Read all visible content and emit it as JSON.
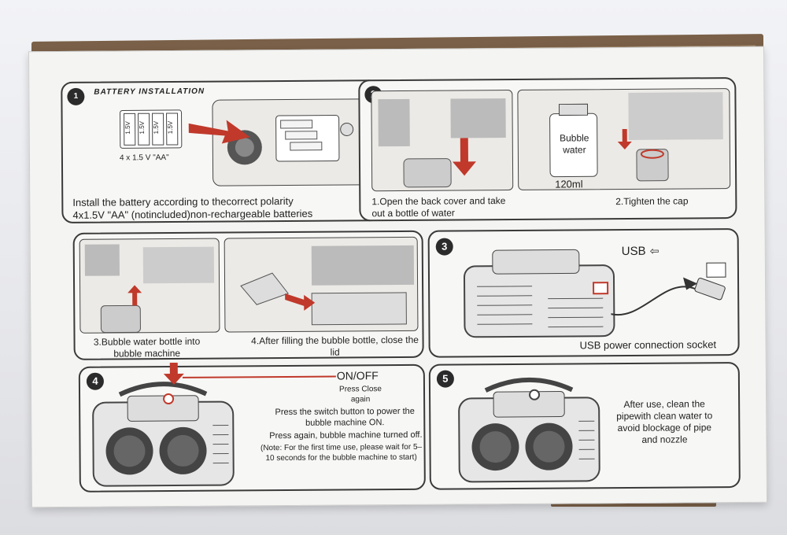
{
  "step1": {
    "number": "",
    "header": "BATTERY INSTALLATION",
    "cell_label": "1.5V",
    "battery_caption": "4 x 1.5 V \"AA\"",
    "instruction_line1": "Install the battery according to thecorrect polarity",
    "instruction_line2": "4x1.5V \"AA\" (notincluded)non-rechargeable batteries"
  },
  "step2": {
    "number": "2",
    "caption_a": "1.Open the back cover and take out a bottle of water",
    "bottle_label": "Bubble water",
    "volume": "120ml",
    "caption_b": "2.Tighten the cap",
    "caption_c": "3.Bubble water bottle into bubble machine",
    "caption_d": "4.After filling the bubble bottle, close the lid"
  },
  "step3": {
    "number": "3",
    "usb_label": "USB",
    "caption": "USB power connection socket"
  },
  "step4": {
    "number": "4",
    "switch_label": "ON/OFF",
    "press_close": "Press Close again",
    "body": "Press the switch button to power the bubble machine ON.",
    "body2": "Press again, bubble machine turned off.",
    "note": "(Note: For the first time use, please wait for 5–10 seconds for the bubble machine to start)"
  },
  "step5": {
    "number": "5",
    "body": "After use, clean the pipewith clean water to avoid blockage of pipe and nozzle"
  },
  "colors": {
    "accent_red": "#c0392b",
    "box_brown": "#7a6048"
  }
}
